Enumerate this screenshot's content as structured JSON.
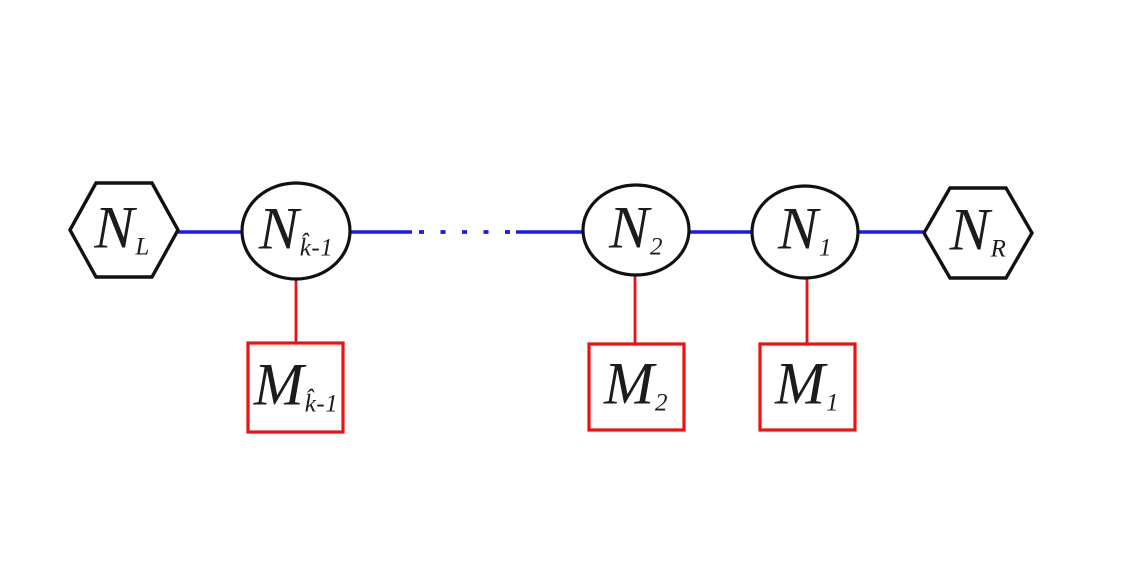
{
  "colors": {
    "background": "#ffffff",
    "bond_edge_blue": "#1a1aee",
    "measurement_edge_red": "#ee1111",
    "node_outline_black": "#111111",
    "label_text": "#1c1c1c"
  },
  "nodes": [
    {
      "id": "N_L",
      "shape": "hexagon",
      "label_main": "N",
      "label_sub": "L"
    },
    {
      "id": "N_khat-1",
      "shape": "circle",
      "label_main": "N",
      "label_sub": "k̂-1"
    },
    {
      "id": "N_2",
      "shape": "circle",
      "label_main": "N",
      "label_sub": "2"
    },
    {
      "id": "N_1",
      "shape": "circle",
      "label_main": "N",
      "label_sub": "1"
    },
    {
      "id": "N_R",
      "shape": "hexagon",
      "label_main": "N",
      "label_sub": "R"
    }
  ],
  "measurements": [
    {
      "id": "M_khat-1",
      "shape": "square",
      "label_main": "M",
      "label_sub": "k̂-1"
    },
    {
      "id": "M_2",
      "shape": "square",
      "label_main": "M",
      "label_sub": "2"
    },
    {
      "id": "M_1",
      "shape": "square",
      "label_main": "M",
      "label_sub": "1"
    }
  ],
  "edges": [
    {
      "from": "N_L",
      "to": "N_khat-1",
      "style": "solid",
      "color": "#1a1aee"
    },
    {
      "from": "N_khat-1",
      "to": "N_2",
      "style": "solid-dotted-solid",
      "color": "#1a1aee"
    },
    {
      "from": "N_2",
      "to": "N_1",
      "style": "solid",
      "color": "#1a1aee"
    },
    {
      "from": "N_1",
      "to": "N_R",
      "style": "solid",
      "color": "#1a1aee"
    },
    {
      "from": "N_khat-1",
      "to": "M_khat-1",
      "style": "solid",
      "color": "#ee1111"
    },
    {
      "from": "N_2",
      "to": "M_2",
      "style": "solid",
      "color": "#ee1111"
    },
    {
      "from": "N_1",
      "to": "M_1",
      "style": "solid",
      "color": "#ee1111"
    }
  ]
}
